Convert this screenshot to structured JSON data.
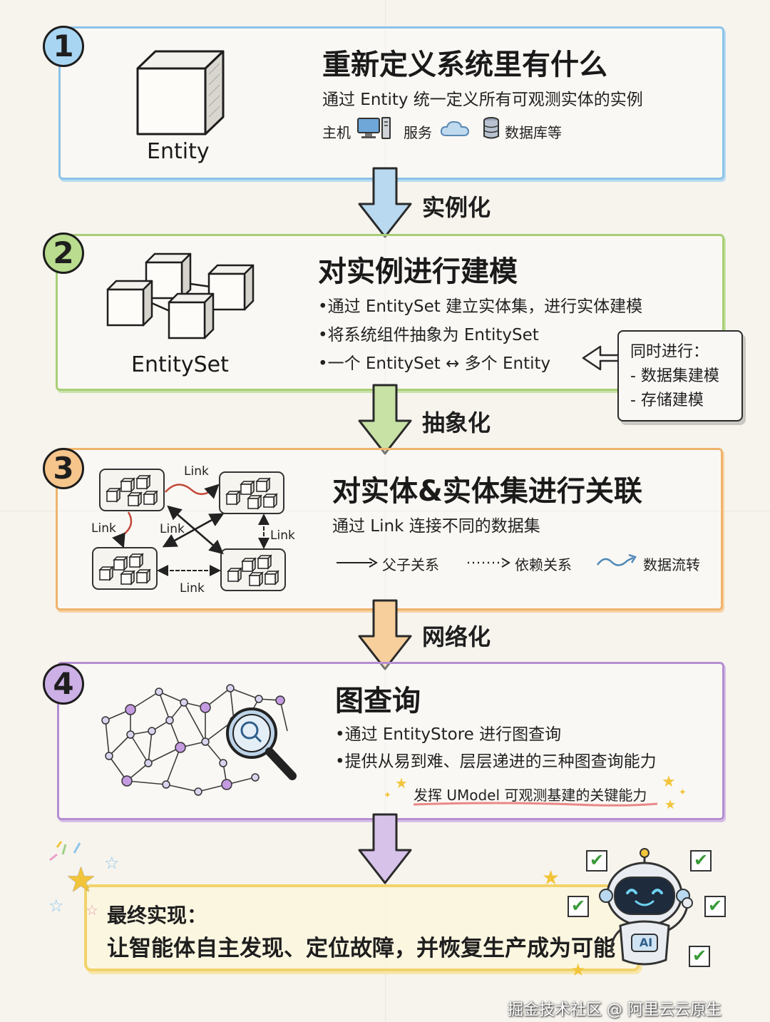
{
  "step1": {
    "number": "1",
    "title": "重新定义系统里有什么",
    "subtitle": "通过 Entity 统一定义所有可观测实体的实例",
    "examples": [
      "主机",
      "服务",
      "数据库等"
    ],
    "icon_label": "Entity"
  },
  "arrow1_label": "实例化",
  "step2": {
    "number": "2",
    "title": "对实例进行建模",
    "bullets": [
      "•通过 EntitySet 建立实体集，进行实体建模",
      "•将系统组件抽象为 EntitySet",
      "•一个 EntitySet ↔ 多个 Entity"
    ],
    "icon_label": "EntitySet",
    "note": {
      "heading": "同时进行：",
      "items": [
        "- 数据集建模",
        "- 存储建模"
      ]
    }
  },
  "arrow2_label": "抽象化",
  "step3": {
    "number": "3",
    "title": "对实体&实体集进行关联",
    "subtitle": "通过 Link 连接不同的数据集",
    "link_label": "Link",
    "legend": [
      "父子关系",
      "依赖关系",
      "数据流转"
    ]
  },
  "arrow3_label": "网络化",
  "step4": {
    "number": "4",
    "title": "图查询",
    "bullets": [
      "•通过 EntityStore 进行图查询",
      "•提供从易到难、层层递进的三种图查询能力"
    ],
    "highlight": "发挥 UModel 可观测基建的关键能力"
  },
  "final": {
    "line1": "最终实现：",
    "line2": "让智能体自主发现、定位故障，并恢复生产成为可能",
    "robot_badge": "AI"
  },
  "watermark": "掘金技术社区 @ 阿里云云原生"
}
